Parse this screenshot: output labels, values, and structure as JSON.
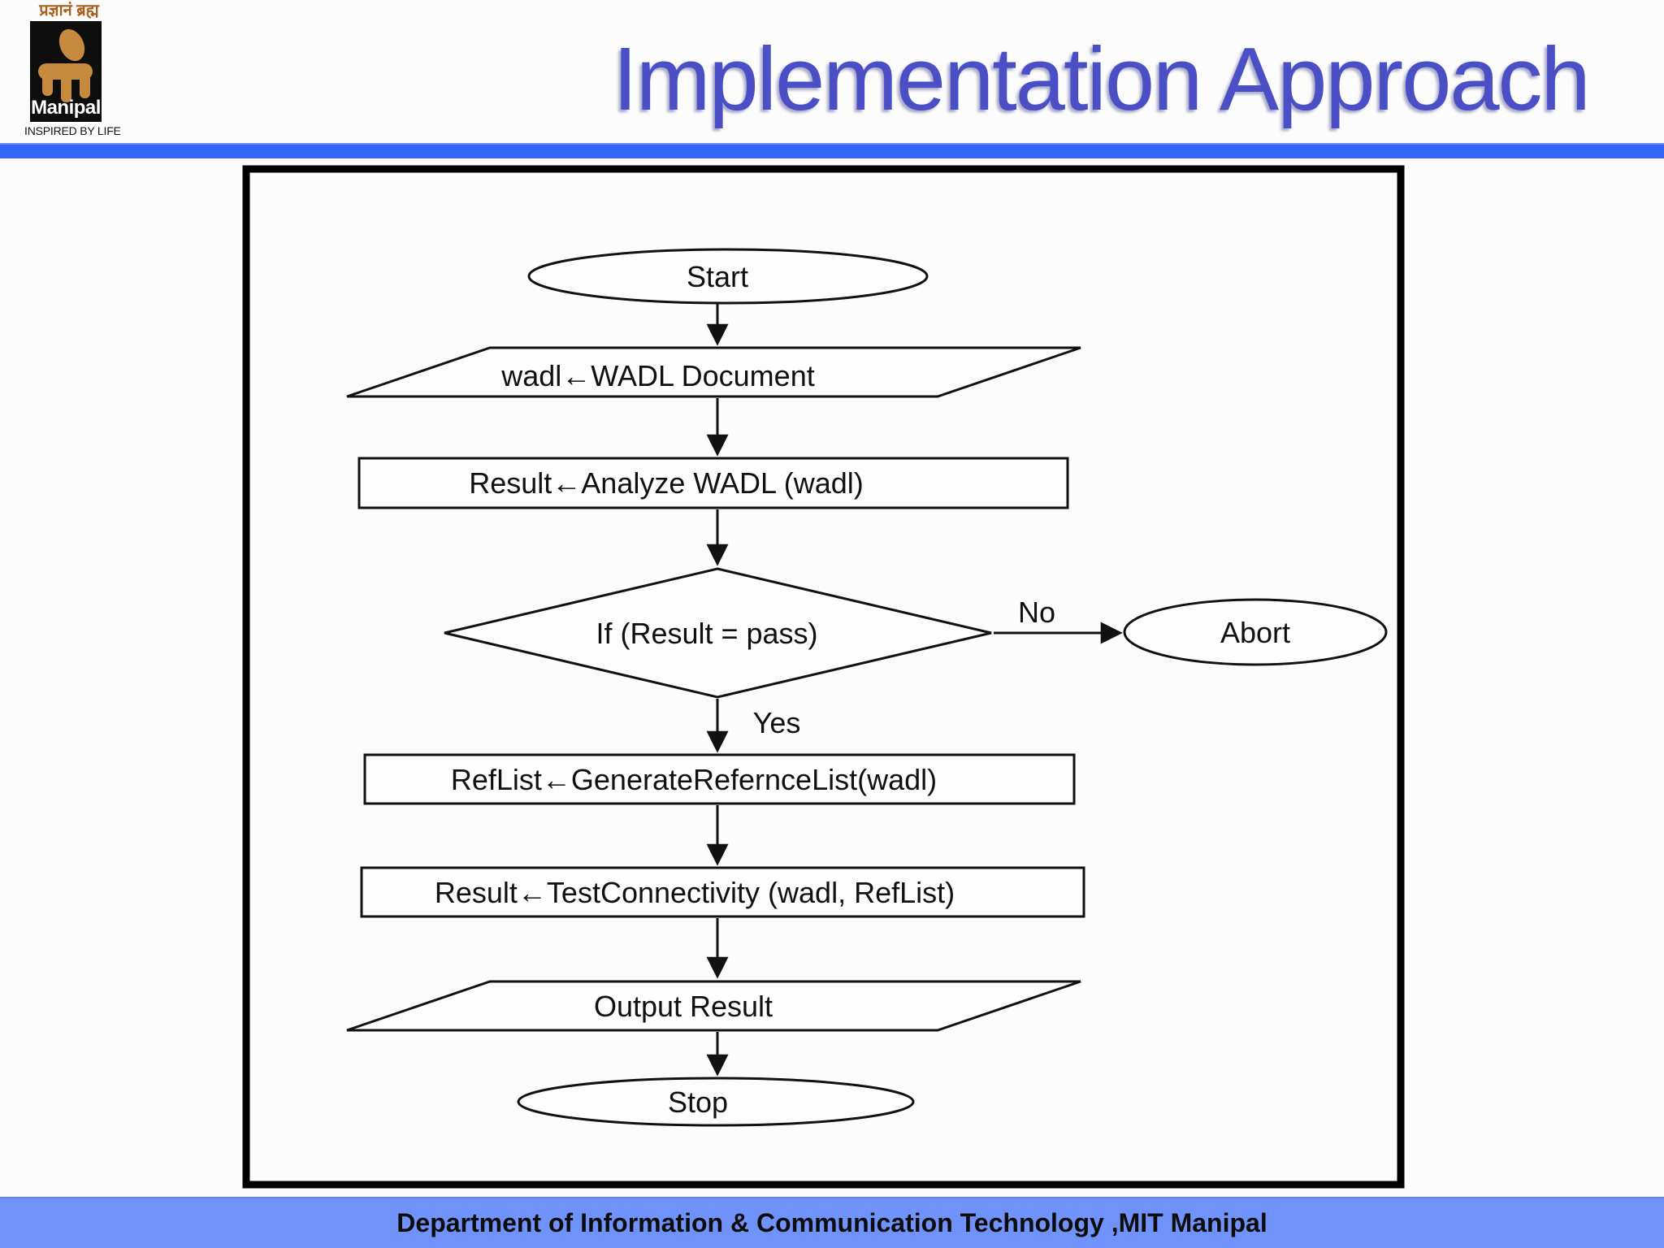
{
  "page": {
    "title": "Implementation Approach",
    "title_color": "#4a4fc5",
    "rule_color": "#3365fa",
    "background_color": "#fcfcfc"
  },
  "logo": {
    "sanskrit_text": "प्रज्ञानं ब्रह्म",
    "brand": "Manipal",
    "tagline": "INSPIRED BY LIFE",
    "figure_color": "#c58a3e",
    "sanskrit_color": "#a8621c",
    "box_color": "#0d0d0d"
  },
  "flowchart": {
    "stroke_color": "#111111",
    "nodes": {
      "start": {
        "shape": "terminator",
        "label": "Start"
      },
      "input_wadl": {
        "shape": "io",
        "label": "wadl←WADL Document"
      },
      "analyze": {
        "shape": "process",
        "label": "Result←Analyze WADL (wadl)"
      },
      "decision": {
        "shape": "decision",
        "label": "If (Result = pass)"
      },
      "abort": {
        "shape": "terminator",
        "label": "Abort"
      },
      "gen_reflist": {
        "shape": "process",
        "label": "RefList←GenerateRefernceList(wadl)"
      },
      "test_connectivity": {
        "shape": "process",
        "label": "Result←TestConnectivity (wadl, RefList)"
      },
      "output_result": {
        "shape": "io",
        "label": "Output Result"
      },
      "stop": {
        "shape": "terminator",
        "label": "Stop"
      }
    },
    "edges": {
      "no_label": "No",
      "yes_label": "Yes"
    }
  },
  "footer": {
    "text": "Department of Information & Communication Technology ,MIT Manipal",
    "bar_color": "#7093fb"
  }
}
